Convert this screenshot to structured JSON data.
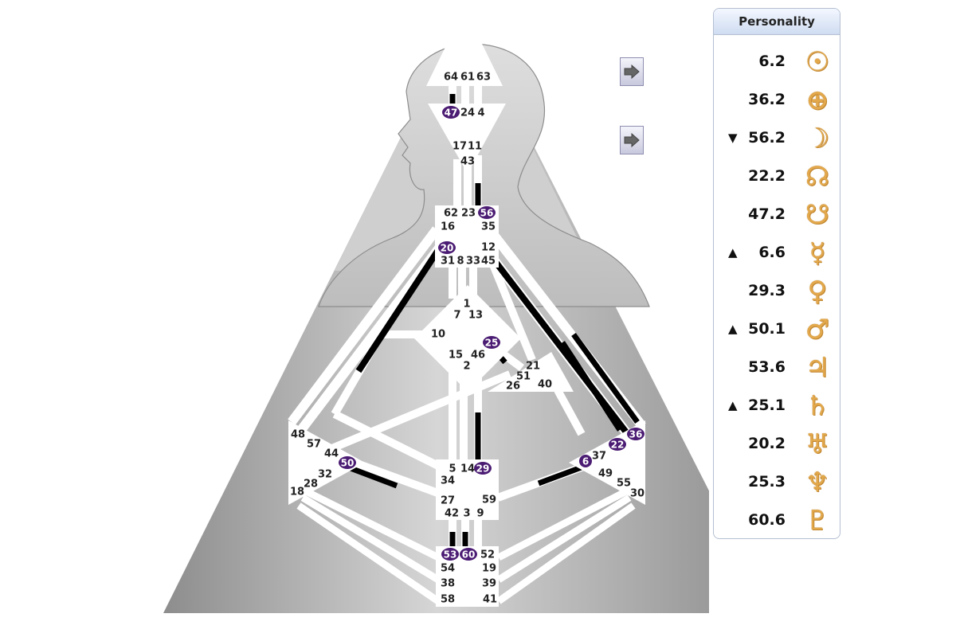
{
  "chart_data": {
    "type": "diagram",
    "gates": [
      {
        "n": "64",
        "active": false
      },
      {
        "n": "61",
        "active": false
      },
      {
        "n": "63",
        "active": false
      },
      {
        "n": "47",
        "active": true
      },
      {
        "n": "24",
        "active": false
      },
      {
        "n": "4",
        "active": false
      },
      {
        "n": "17",
        "active": false
      },
      {
        "n": "11",
        "active": false
      },
      {
        "n": "43",
        "active": false
      },
      {
        "n": "62",
        "active": false
      },
      {
        "n": "23",
        "active": false
      },
      {
        "n": "56",
        "active": true
      },
      {
        "n": "16",
        "active": false
      },
      {
        "n": "35",
        "active": false
      },
      {
        "n": "20",
        "active": true
      },
      {
        "n": "12",
        "active": false
      },
      {
        "n": "31",
        "active": false
      },
      {
        "n": "8",
        "active": false
      },
      {
        "n": "33",
        "active": false
      },
      {
        "n": "45",
        "active": false
      },
      {
        "n": "1",
        "active": false
      },
      {
        "n": "7",
        "active": false
      },
      {
        "n": "13",
        "active": false
      },
      {
        "n": "10",
        "active": false
      },
      {
        "n": "25",
        "active": true
      },
      {
        "n": "15",
        "active": false
      },
      {
        "n": "46",
        "active": false
      },
      {
        "n": "2",
        "active": false
      },
      {
        "n": "21",
        "active": false
      },
      {
        "n": "51",
        "active": false
      },
      {
        "n": "26",
        "active": false
      },
      {
        "n": "40",
        "active": false
      },
      {
        "n": "48",
        "active": false
      },
      {
        "n": "57",
        "active": false
      },
      {
        "n": "44",
        "active": false
      },
      {
        "n": "50",
        "active": true
      },
      {
        "n": "32",
        "active": false
      },
      {
        "n": "28",
        "active": false
      },
      {
        "n": "18",
        "active": false
      },
      {
        "n": "36",
        "active": true
      },
      {
        "n": "22",
        "active": true
      },
      {
        "n": "37",
        "active": false
      },
      {
        "n": "6",
        "active": true
      },
      {
        "n": "49",
        "active": false
      },
      {
        "n": "55",
        "active": false
      },
      {
        "n": "30",
        "active": false
      },
      {
        "n": "5",
        "active": false
      },
      {
        "n": "14",
        "active": false
      },
      {
        "n": "29",
        "active": true
      },
      {
        "n": "34",
        "active": false
      },
      {
        "n": "27",
        "active": false
      },
      {
        "n": "59",
        "active": false
      },
      {
        "n": "42",
        "active": false
      },
      {
        "n": "3",
        "active": false
      },
      {
        "n": "9",
        "active": false
      },
      {
        "n": "53",
        "active": true
      },
      {
        "n": "60",
        "active": true
      },
      {
        "n": "52",
        "active": false
      },
      {
        "n": "54",
        "active": false
      },
      {
        "n": "19",
        "active": false
      },
      {
        "n": "38",
        "active": false
      },
      {
        "n": "39",
        "active": false
      },
      {
        "n": "58",
        "active": false
      },
      {
        "n": "41",
        "active": false
      }
    ]
  },
  "panel": {
    "title": "Personality",
    "rows": [
      {
        "arrow": "",
        "value": "6.2",
        "symbol": "☉",
        "icon": "sun-icon"
      },
      {
        "arrow": "",
        "value": "36.2",
        "symbol": "⊕",
        "icon": "earth-icon"
      },
      {
        "arrow": "▼",
        "value": "56.2",
        "symbol": "☽",
        "icon": "moon-icon"
      },
      {
        "arrow": "",
        "value": "22.2",
        "symbol": "☊",
        "icon": "north-node-icon"
      },
      {
        "arrow": "",
        "value": "47.2",
        "symbol": "☋",
        "icon": "south-node-icon"
      },
      {
        "arrow": "▲",
        "value": "6.6",
        "symbol": "☿",
        "icon": "mercury-icon"
      },
      {
        "arrow": "",
        "value": "29.3",
        "symbol": "♀",
        "icon": "venus-icon"
      },
      {
        "arrow": "▲",
        "value": "50.1",
        "symbol": "♂",
        "icon": "mars-icon"
      },
      {
        "arrow": "",
        "value": "53.6",
        "symbol": "♃",
        "icon": "jupiter-icon"
      },
      {
        "arrow": "▲",
        "value": "25.1",
        "symbol": "♄",
        "icon": "saturn-icon"
      },
      {
        "arrow": "",
        "value": "20.2",
        "symbol": "♅",
        "icon": "uranus-icon"
      },
      {
        "arrow": "",
        "value": "25.3",
        "symbol": "♆",
        "icon": "neptune-icon"
      },
      {
        "arrow": "",
        "value": "60.6",
        "symbol": "♇",
        "icon": "pluto-icon"
      }
    ]
  },
  "colors": {
    "active_gate": "#4b1c73",
    "defined_channel": "#000000",
    "glyph": "#e3a84b"
  }
}
